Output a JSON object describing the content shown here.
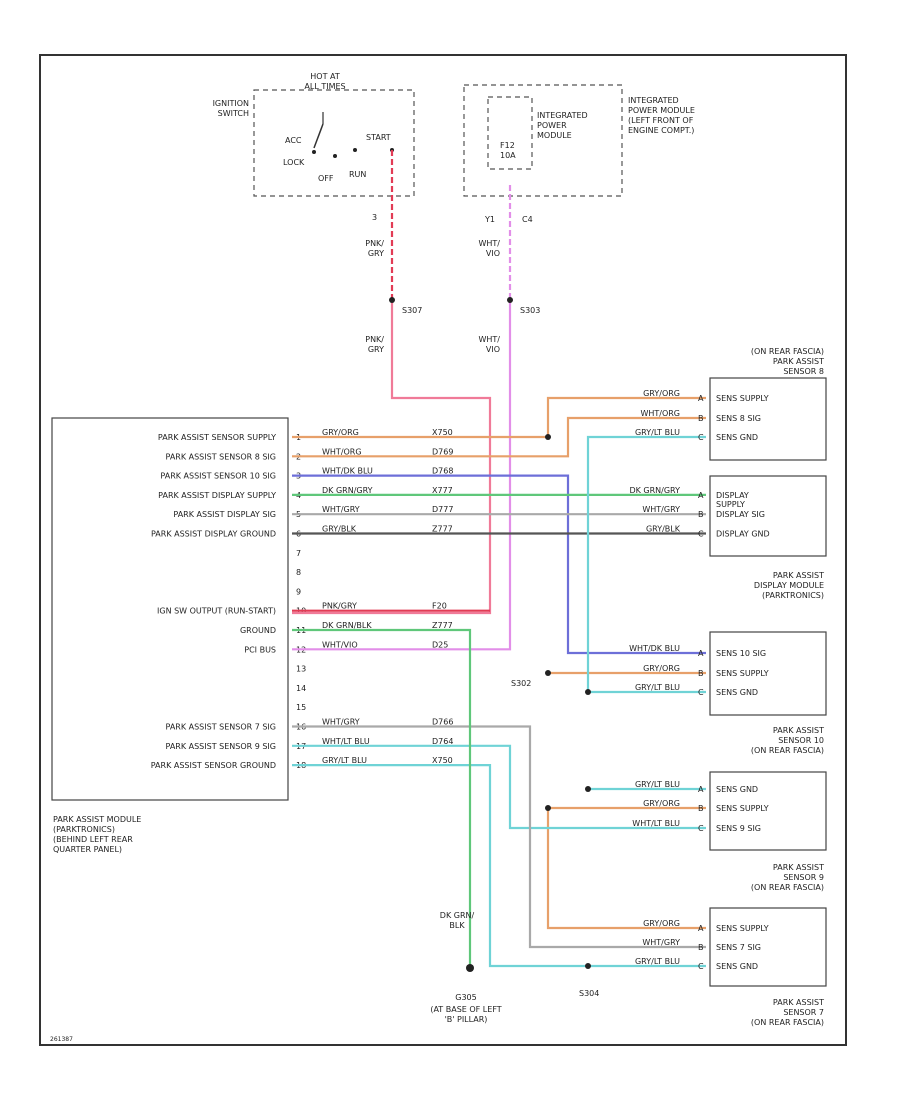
{
  "ignition": {
    "title": "IGNITION\nSWITCH",
    "hot_at": "HOT AT\nALL TIMES",
    "positions": {
      "acc": "ACC",
      "lock": "LOCK",
      "off": "OFF",
      "start": "START",
      "run": "RUN"
    },
    "pin": "3"
  },
  "ipm": {
    "inner_label": "INTEGRATED\nPOWER\nMODULE",
    "fuse": "F12\n10A",
    "outer_label": "INTEGRATED\nPOWER MODULE\n(LEFT FRONT OF\nENGINE COMPT.)",
    "pin": "Y1",
    "connector": "C4"
  },
  "wires": {
    "pk_gy_top": "PNK/\nGRY",
    "wt_vt_top": "WHT/\nVIO",
    "pk_gy_bottom": "PNK/\nGRY",
    "wt_vt_bottom": "WHT/\nVIO"
  },
  "splices": {
    "s307": "S307",
    "s303": "S303",
    "s302": "S302",
    "s304": "S304"
  },
  "pam": {
    "rows": [
      {
        "pin": "1",
        "label": "PARK ASSIST SENSOR SUPPLY",
        "wire": "GRY/ORG",
        "circuit": "X750"
      },
      {
        "pin": "2",
        "label": "PARK ASSIST SENSOR 8 SIG",
        "wire": "WHT/ORG",
        "circuit": "D769"
      },
      {
        "pin": "3",
        "label": "PARK ASSIST SENSOR 10 SIG",
        "wire": "WHT/DK BLU",
        "circuit": "D768"
      },
      {
        "pin": "4",
        "label": "PARK ASSIST DISPLAY SUPPLY",
        "wire": "DK GRN/GRY",
        "circuit": "X777"
      },
      {
        "pin": "5",
        "label": "PARK ASSIST DISPLAY SIG",
        "wire": "WHT/GRY",
        "circuit": "D777"
      },
      {
        "pin": "6",
        "label": "PARK ASSIST DISPLAY GROUND",
        "wire": "GRY/BLK",
        "circuit": "Z777"
      },
      {
        "pin": "7",
        "label": "",
        "wire": "",
        "circuit": ""
      },
      {
        "pin": "8",
        "label": "",
        "wire": "",
        "circuit": ""
      },
      {
        "pin": "9",
        "label": "",
        "wire": "",
        "circuit": ""
      },
      {
        "pin": "10",
        "label": "IGN SW OUTPUT (RUN-START)",
        "wire": "PNK/GRY",
        "circuit": "F20"
      },
      {
        "pin": "11",
        "label": "GROUND",
        "wire": "DK GRN/BLK",
        "circuit": "Z777"
      },
      {
        "pin": "12",
        "label": "PCI BUS",
        "wire": "WHT/VIO",
        "circuit": "D25"
      },
      {
        "pin": "13",
        "label": "",
        "wire": "",
        "circuit": ""
      },
      {
        "pin": "14",
        "label": "",
        "wire": "",
        "circuit": ""
      },
      {
        "pin": "15",
        "label": "",
        "wire": "",
        "circuit": ""
      },
      {
        "pin": "16",
        "label": "PARK ASSIST SENSOR 7 SIG",
        "wire": "WHT/GRY",
        "circuit": "D766"
      },
      {
        "pin": "17",
        "label": "PARK ASSIST SENSOR 9 SIG",
        "wire": "WHT/LT BLU",
        "circuit": "D764"
      },
      {
        "pin": "18",
        "label": "PARK ASSIST SENSOR GROUND",
        "wire": "GRY/LT BLU",
        "circuit": "X750"
      }
    ],
    "caption": "PARK ASSIST MODULE\n(PARKTRONICS)\n(BEHIND LEFT REAR\nQUARTER PANEL)"
  },
  "sensor8": {
    "header": "(ON REAR FASCIA)\nPARK ASSIST\nSENSOR 8",
    "wires": [
      {
        "pin": "A",
        "wire": "GRY/ORG",
        "label": "SENS SUPPLY"
      },
      {
        "pin": "B",
        "wire": "WHT/ORG",
        "label": "SENS 8 SIG"
      },
      {
        "pin": "C",
        "wire": "GRY/LT BLU",
        "label": "SENS GND"
      }
    ]
  },
  "display": {
    "wires": [
      {
        "pin": "A",
        "wire": "DK GRN/GRY",
        "label": "DISPLAY\nSUPPLY"
      },
      {
        "pin": "B",
        "wire": "WHT/GRY",
        "label": "DISPLAY SIG"
      },
      {
        "pin": "C",
        "wire": "GRY/BLK",
        "label": "DISPLAY GND"
      }
    ],
    "caption": "PARK ASSIST\nDISPLAY MODULE\n(PARKTRONICS)"
  },
  "sensor10": {
    "wires": [
      {
        "pin": "A",
        "wire": "WHT/DK BLU",
        "label": "SENS 10 SIG"
      },
      {
        "pin": "B",
        "wire": "GRY/ORG",
        "label": "SENS SUPPLY"
      },
      {
        "pin": "C",
        "wire": "GRY/LT BLU",
        "label": "SENS GND"
      }
    ],
    "caption": "PARK ASSIST\nSENSOR 10\n(ON REAR FASCIA)"
  },
  "sensor9": {
    "wires": [
      {
        "pin": "A",
        "wire": "GRY/LT BLU",
        "label": "SENS GND"
      },
      {
        "pin": "B",
        "wire": "GRY/ORG",
        "label": "SENS SUPPLY"
      },
      {
        "pin": "C",
        "wire": "WHT/LT BLU",
        "label": "SENS 9 SIG"
      }
    ],
    "caption": "PARK ASSIST\nSENSOR 9\n(ON REAR FASCIA)"
  },
  "sensor7": {
    "wires": [
      {
        "pin": "A",
        "wire": "GRY/ORG",
        "label": "SENS SUPPLY"
      },
      {
        "pin": "B",
        "wire": "WHT/GRY",
        "label": "SENS 7 SIG"
      },
      {
        "pin": "C",
        "wire": "GRY/LT BLU",
        "label": "SENS GND"
      }
    ],
    "caption": "PARK ASSIST\nSENSOR 7\n(ON REAR FASCIA)"
  },
  "ground": {
    "wire": "DK GRN/\nBLK",
    "label": "G305",
    "location": "(AT BASE OF LEFT\n'B' PILLAR)"
  },
  "footer_code": "261387",
  "colors": {
    "pink": "#f07a98",
    "violet": "#e28ee8",
    "orange": "#e7a06a",
    "ltblue": "#6fd3d6",
    "dkblue": "#6d6fd8",
    "green": "#5fc77a",
    "gray": "#a9a9a9",
    "darkgray": "#555555",
    "red": "#e23b55"
  }
}
